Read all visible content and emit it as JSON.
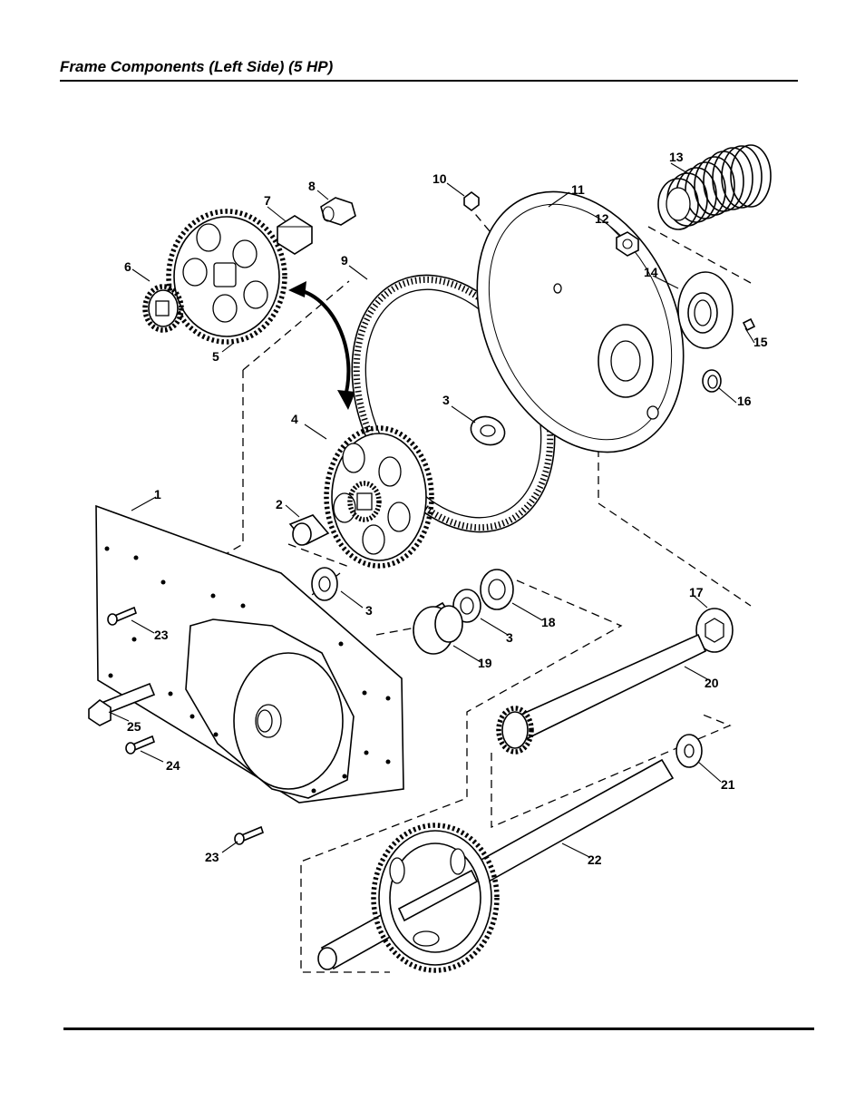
{
  "header": {
    "title": "Frame Components (Left Side) (5 HP)"
  },
  "diagram": {
    "callouts": {
      "c1": "1",
      "c2": "2",
      "c3a": "3",
      "c3b": "3",
      "c3c": "3",
      "c4": "4",
      "c5": "5",
      "c6": "6",
      "c7": "7",
      "c8": "8",
      "c9": "9",
      "c10": "10",
      "c11": "11",
      "c12": "12",
      "c13": "13",
      "c14": "14",
      "c15": "15",
      "c16": "16",
      "c17": "17",
      "c18": "18",
      "c19": "19",
      "c20": "20",
      "c21": "21",
      "c22": "22",
      "c23a": "23",
      "c23b": "23",
      "c24": "24",
      "c25": "25"
    }
  }
}
